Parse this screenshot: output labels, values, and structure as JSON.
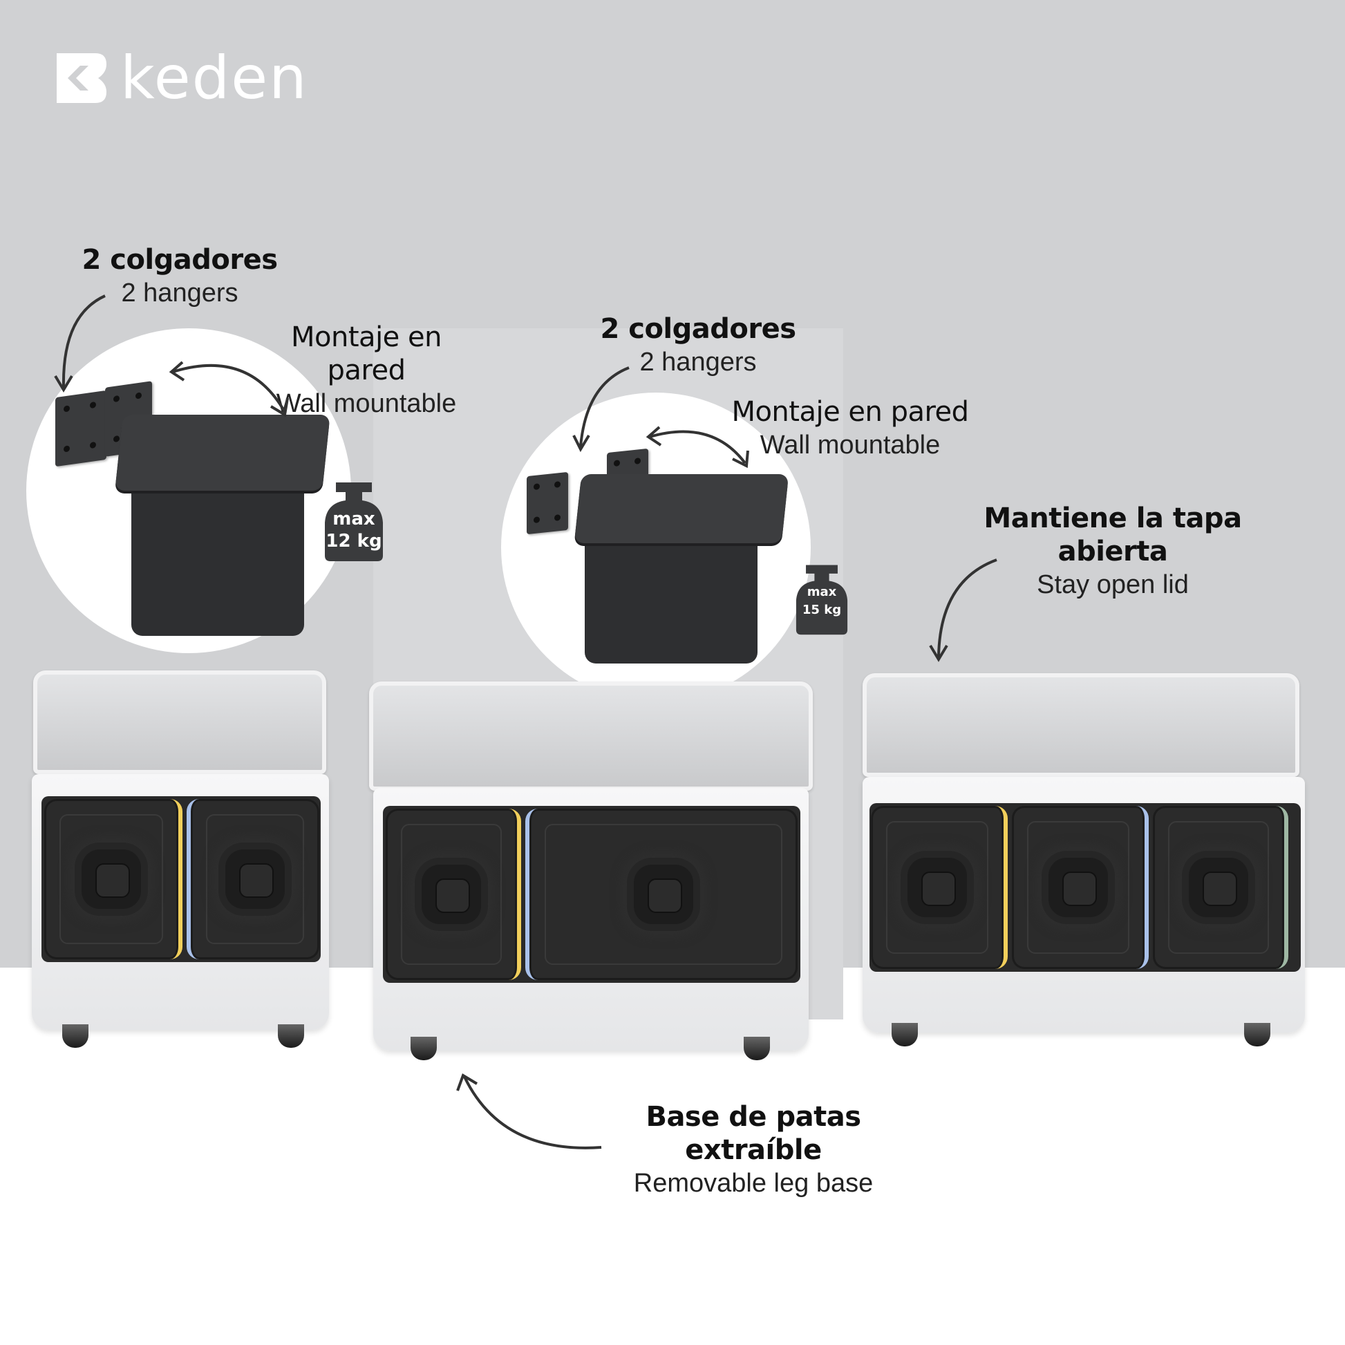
{
  "brand": {
    "name": "keden",
    "logo_color": "#ffffff",
    "background_color": "#d0d1d3"
  },
  "callouts": {
    "hangers_left": {
      "title": "2 colgadores",
      "subtitle": "2 hangers"
    },
    "wall_left": {
      "title": "Montaje en pared",
      "subtitle": "Wall mountable"
    },
    "hangers_center": {
      "title": "2 colgadores",
      "subtitle": "2 hangers"
    },
    "wall_center": {
      "title": "Montaje en pared",
      "subtitle": "Wall mountable"
    },
    "stay_open": {
      "title": "Mantiene la tapa abierta",
      "subtitle": "Stay open lid"
    },
    "leg_base": {
      "title": "Base de patas extraíble",
      "subtitle": "Removable leg base"
    }
  },
  "weights": {
    "left": {
      "line1": "max",
      "line2": "12 kg"
    },
    "center": {
      "line1": "max",
      "line2": "15 kg"
    }
  },
  "products": [
    {
      "name": "bin-2-compartments-small",
      "compartments": [
        "#f2cf5b",
        "#a9c1ea"
      ]
    },
    {
      "name": "bin-2-compartments-large",
      "compartments": [
        "#f2cf5b",
        "#a9c1ea"
      ]
    },
    {
      "name": "bin-3-compartments",
      "compartments": [
        "#f2cf5b",
        "#a9c1ea",
        "#9fb8a4"
      ]
    }
  ]
}
